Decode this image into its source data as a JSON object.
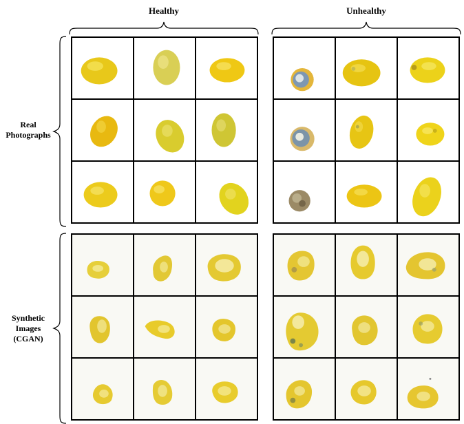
{
  "columns": {
    "healthy": "Healthy",
    "unhealthy": "Unhealthy"
  },
  "rows": {
    "real": [
      "Real",
      "Photographs"
    ],
    "synthetic": [
      "Synthetic",
      "Images",
      "(CGAN)"
    ]
  },
  "colors": {
    "lemon_light": "#f4e23c",
    "lemon": "#e8c81a",
    "lemon_dark": "#c9a80e",
    "mold_blue": "#6f8fb0",
    "mold_white": "#e9ece4",
    "rot_brown": "#9c8a62",
    "grid_border": "#000000"
  }
}
